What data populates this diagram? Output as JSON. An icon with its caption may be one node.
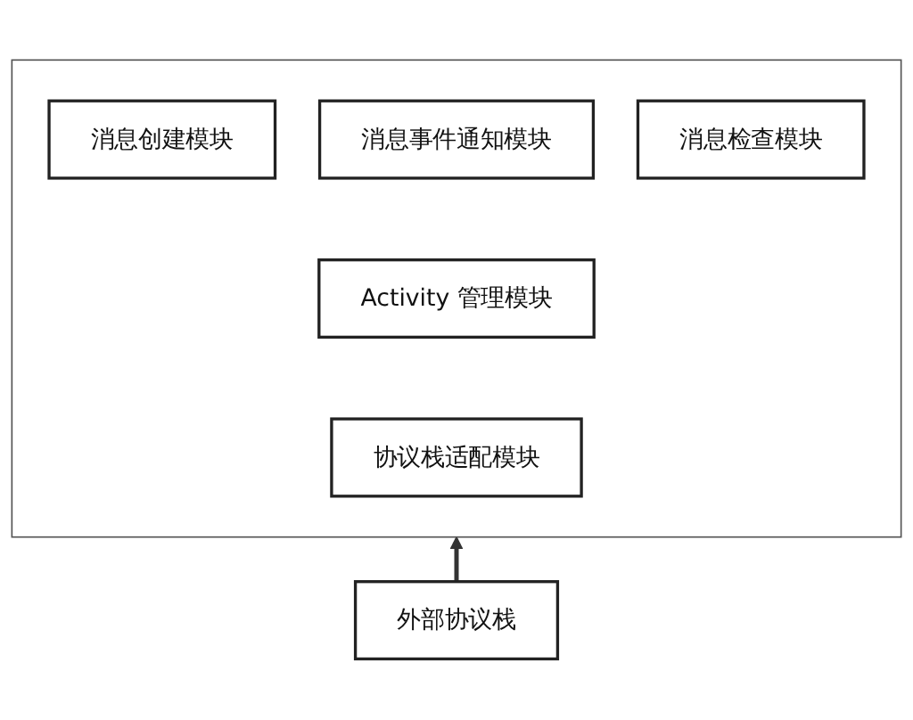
{
  "diagram": {
    "nodes": [
      {
        "text": [],
        "shape": "box"
      },
      {
        "text": [
          "消息创建模块"
        ],
        "in": 0
      },
      {
        "text": [
          "消息事件通知模块"
        ],
        "in": 0
      },
      {
        "text": [
          "Activity 管理模块"
        ],
        "in": 0
      },
      {
        "text": [
          "协议栈适配模块"
        ],
        "in": 0
      },
      {
        "text": [
          "消息检查模块"
        ],
        "in": 0
      },
      {
        "text": [
          "外部协议栈"
        ]
      }
    ],
    "edges": [
      {
        "from": 6,
        "to": 0,
        "arrow": "to"
      }
    ]
  }
}
